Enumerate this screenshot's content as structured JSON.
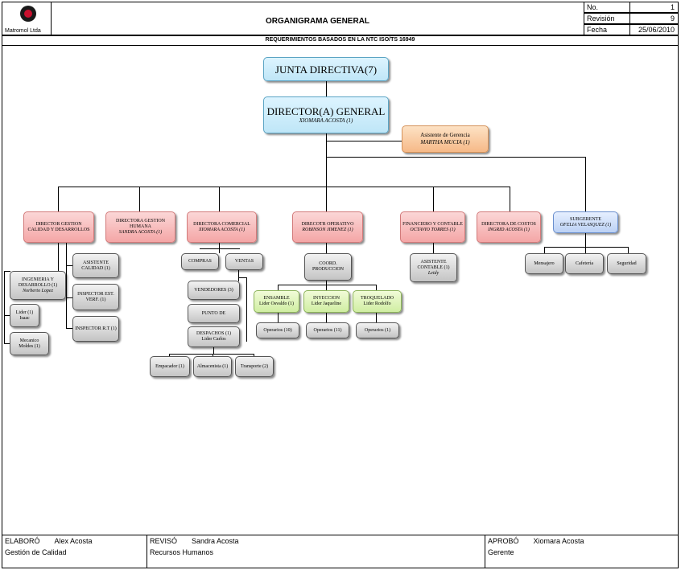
{
  "header": {
    "company": "Matromol Ltda",
    "title": "ORGANIGRAMA GENERAL",
    "subtitle": "REQUERIMIENTOS BASADOS EN LA NTC ISO/TS 16949",
    "no_label": "No.",
    "no_value": "1",
    "rev_label": "Revisión",
    "rev_value": "9",
    "date_label": "Fecha",
    "date_value": "25/06/2010"
  },
  "org": {
    "junta": "JUNTA DIRECTIVA(7)",
    "director_title": "DIRECTOR(A) GENERAL",
    "director_name": "XIOMARA ACOSTA  (1)",
    "asistente_title": "Asistente de Gerencia",
    "asistente_name": "MARTHA MUCIA (1)",
    "calidad": "DIRECTOR GESTION CALIDAD Y DESARROLLOS",
    "humana_title": "DIRECTORA GESTION HUMANA",
    "humana_name": "SANDRA ACOSTA (1)",
    "comercial_title": "DIRECTORA COMERCIAL",
    "comercial_name": "XIOMARA ACOSTA (1)",
    "operativo_title": "DIRECOTR OPERATIVO",
    "operativo_name": "ROBINSON JIMENEZ (1)",
    "financiero_title": "FINANCIERO Y CONTABLE",
    "financiero_name": "OCTAVIO TORRES (1)",
    "costos_title": "DIRECTORA DE COSTOS",
    "costos_name": "INGRID ACOSTA (1)",
    "subgerente_title": "SUBGERENTE",
    "subgerente_name": "OFELIA VELASQUEZ (1)",
    "ingenieria_title": "INGENIERIA Y DESARROLLO (1)",
    "ingenieria_name": "Norberto Lopez",
    "lider": "Lider (1) Isaac",
    "mecanico": "Mecanico Moldes (1)",
    "asistente_calidad": "ASISTENTE CALIDAD (1)",
    "inspector_est": "INSPECTOR EST. VERF. (1)",
    "inspector_rt": "INSPECTOR R.T (1)",
    "compras": "COMPRAS",
    "ventas": "VENTAS",
    "vendedores": "VENDEDORES  (3)",
    "punto": "PUNTO DE",
    "despachos_title": "DESPACHOS (1)",
    "despachos_name": "Lider Carlos",
    "empacador": "Empacador (1)",
    "almacenista": "Almacenista (1)",
    "transporte": "Transporte (2)",
    "coord": "COORD. PRODUCCION",
    "ensamble_title": "ENSAMBLE",
    "ensamble_name": "Lider Osvaldo (1)",
    "inyeccion_title": "INYECCION",
    "inyeccion_name": "Lider Jaqueline",
    "troquelado_title": "TROQUELADO",
    "troquelado_name": "Lider Rodolfo",
    "operario1": "Operarios  (10)",
    "operario2": "Operarios  (11)",
    "operario3": "Operarios (1)",
    "asistente_contable_title": "ASISTENTE CONTABLE (1)",
    "asistente_contable_name": "Leidy",
    "mensajero": "Mensajero",
    "cafeteria": "Cafetería",
    "seguridad": "Seguridad"
  },
  "footer": {
    "elaboro_label": "ELABORÓ",
    "elaboro_name": "Alex Acosta",
    "elaboro_role": "Gestión  de Calidad",
    "reviso_label": "REVISÓ",
    "reviso_name": "Sandra Acosta",
    "reviso_role": "Recursos Humanos",
    "aprobo_label": "APROBÓ",
    "aprobo_name": "Xiomara Acosta",
    "aprobo_role": "Gerente"
  }
}
